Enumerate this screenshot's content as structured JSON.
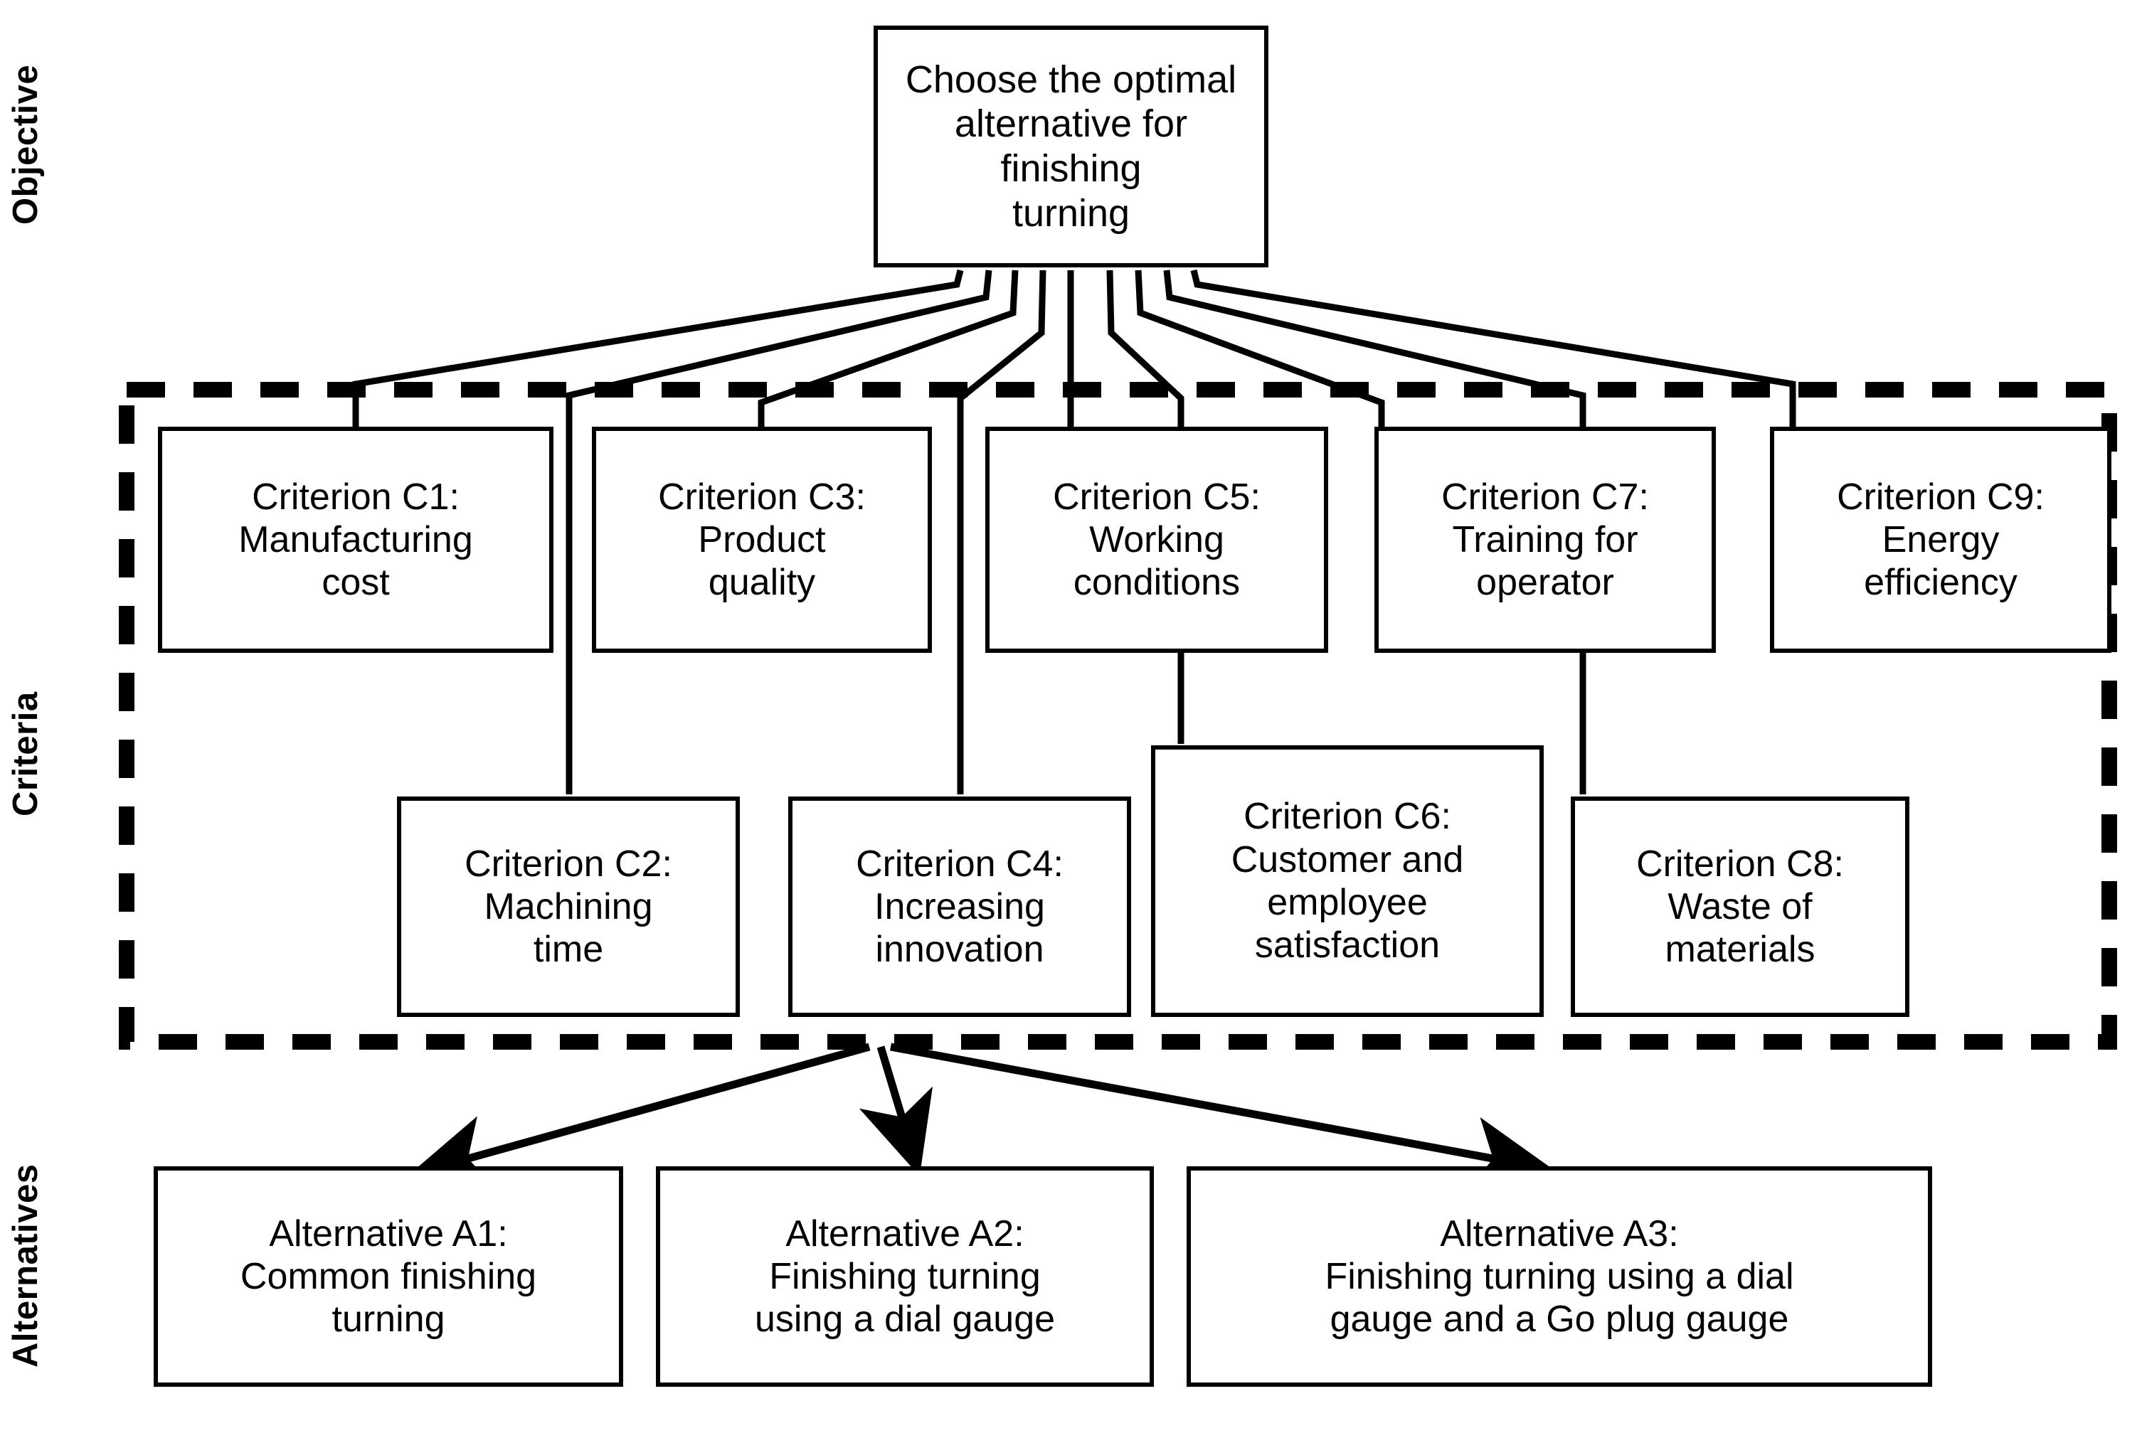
{
  "diagram": {
    "title": "AHP hierarchy for choosing the optimal finishing turning alternative",
    "colors": {
      "stroke": "#000000",
      "fill": "#ffffff",
      "text": "#000000"
    },
    "levels": [
      {
        "key": "objective",
        "label": "Objective"
      },
      {
        "key": "criteria",
        "label": "Criteria"
      },
      {
        "key": "alternatives",
        "label": "Alternatives"
      }
    ]
  },
  "objective": {
    "label": "Objective",
    "node": {
      "id": "objective-node",
      "text": "Choose the optimal\nalternative for finishing\nturning"
    }
  },
  "criteria": {
    "label": "Criteria",
    "boundary": "dashed",
    "nodes": [
      {
        "id": "C1",
        "text": "Criterion C1:\nManufacturing\ncost",
        "row": "top"
      },
      {
        "id": "C2",
        "text": "Criterion C2:\nMachining\ntime",
        "row": "bottom"
      },
      {
        "id": "C3",
        "text": "Criterion C3:\nProduct\nquality",
        "row": "top"
      },
      {
        "id": "C4",
        "text": "Criterion C4:\nIncreasing\ninnovation",
        "row": "bottom"
      },
      {
        "id": "C5",
        "text": "Criterion C5:\nWorking\nconditions",
        "row": "top"
      },
      {
        "id": "C6",
        "text": "Criterion C6:\nCustomer and\nemployee\nsatisfaction",
        "row": "bottom"
      },
      {
        "id": "C7",
        "text": "Criterion C7:\nTraining for\noperator",
        "row": "top"
      },
      {
        "id": "C8",
        "text": "Criterion C8:\nWaste of\nmaterials",
        "row": "bottom"
      },
      {
        "id": "C9",
        "text": "Criterion C9:\nEnergy\nefficiency",
        "row": "top"
      }
    ]
  },
  "alternatives": {
    "label": "Alternatives",
    "nodes": [
      {
        "id": "A1",
        "text": "Alternative A1:\nCommon finishing\nturning"
      },
      {
        "id": "A2",
        "text": "Alternative A2:\nFinishing turning\nusing a dial gauge"
      },
      {
        "id": "A3",
        "text": "Alternative A3:\nFinishing turning using a dial\ngauge and a Go plug gauge"
      }
    ]
  }
}
